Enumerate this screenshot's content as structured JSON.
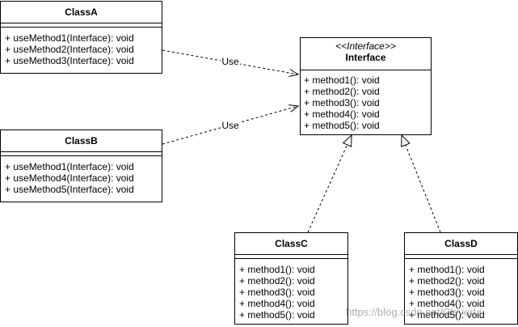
{
  "classes": {
    "class_a": {
      "name": "ClassA",
      "methods": [
        "+ useMethod1(Interface): void",
        "+ useMethod2(Interface): void",
        "+ useMethod3(Interface): void"
      ]
    },
    "class_b": {
      "name": "ClassB",
      "methods": [
        "+ useMethod1(Interface): void",
        "+ useMethod4(Interface): void",
        "+ useMethod5(Interface): void"
      ]
    },
    "interface": {
      "stereotype": "<<Interface>>",
      "name": "Interface",
      "methods": [
        "+ method1(): void",
        "+ method2(): void",
        "+ method3(): void",
        "+ method4(): void",
        "+ method5(): void"
      ]
    },
    "class_c": {
      "name": "ClassC",
      "methods": [
        "+ method1(): void",
        "+ method2(): void",
        "+ method3(): void",
        "+ method4(): void",
        "+ method5(): void"
      ]
    },
    "class_d": {
      "name": "ClassD",
      "methods": [
        "+ method1(): void",
        "+ method2(): void",
        "+ method3(): void",
        "+ method4(): void",
        "+ method5(): void"
      ]
    }
  },
  "edges": [
    {
      "label": "Use"
    },
    {
      "label": "Use"
    }
  ],
  "watermark": "https://blog.csdn.net/CleverLi"
}
